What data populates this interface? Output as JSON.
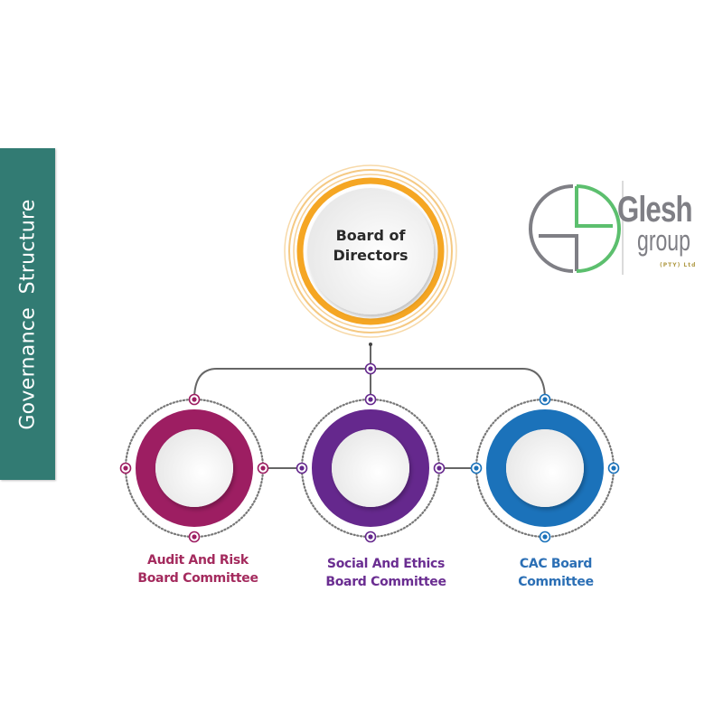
{
  "side_panel": {
    "title": "Governance  Structure",
    "color": "#327b73"
  },
  "board": {
    "label_line1": "Board of",
    "label_line2": "Directors",
    "ring_color": "#f5a623"
  },
  "committees": [
    {
      "line1": "Audit And Risk",
      "line2": "Board Committee",
      "color": "#9d1e62",
      "label_color": "#a42b5e"
    },
    {
      "line1": "Social And Ethics",
      "line2": "Board Committee",
      "color": "#65288d",
      "label_color": "#6a2d91"
    },
    {
      "line1": "CAC Board",
      "line2": "Committee",
      "color": "#1b72ba",
      "label_color": "#2b6fb5"
    }
  ],
  "logo": {
    "name": "Glesh",
    "sub": "group",
    "suffix": "(PTY) Ltd",
    "gray": "#7f7f85",
    "green": "#5cbf6e"
  },
  "connector_color": "#666666"
}
